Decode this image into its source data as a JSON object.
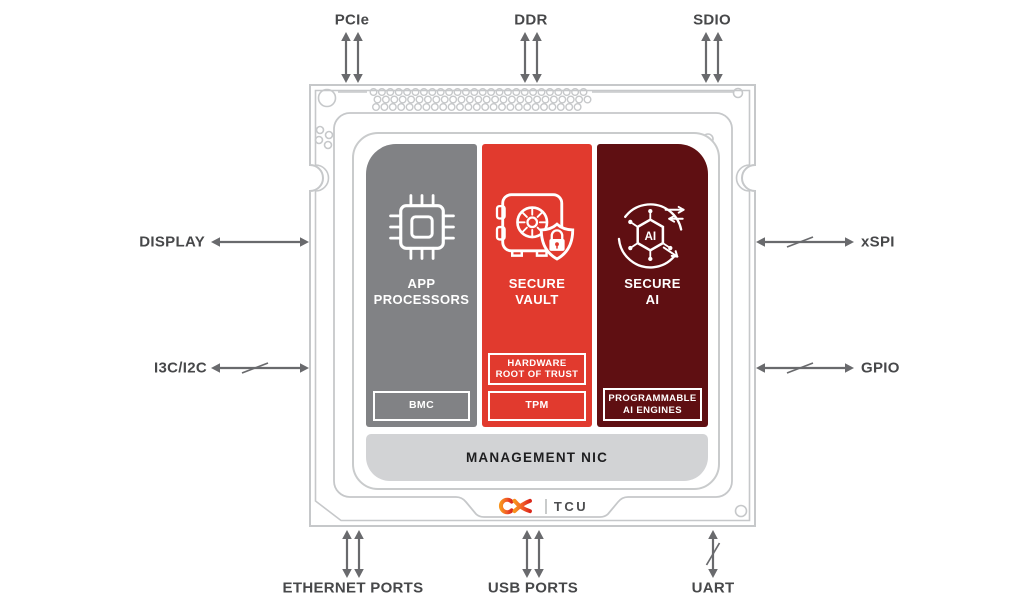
{
  "connectors": {
    "top": [
      {
        "id": "pcie",
        "label": "PCIe",
        "arrow_count": 2,
        "bus_slash": false
      },
      {
        "id": "ddr",
        "label": "DDR",
        "arrow_count": 2,
        "bus_slash": false
      },
      {
        "id": "sdio",
        "label": "SDIO",
        "arrow_count": 2,
        "bus_slash": false
      }
    ],
    "bottom": [
      {
        "id": "ethernet_ports",
        "label": "ETHERNET PORTS",
        "arrow_count": 2,
        "bus_slash": false
      },
      {
        "id": "usb_ports",
        "label": "USB PORTS",
        "arrow_count": 2,
        "bus_slash": false
      },
      {
        "id": "uart",
        "label": "UART",
        "arrow_count": 1,
        "bus_slash": true
      }
    ],
    "left": [
      {
        "id": "display",
        "label": "DISPLAY",
        "arrow_count": 1,
        "bus_slash": false
      },
      {
        "id": "i3c_i2c",
        "label": "I3C/I2C",
        "arrow_count": 1,
        "bus_slash": true
      }
    ],
    "right": [
      {
        "id": "xspi",
        "label": "xSPI",
        "arrow_count": 1,
        "bus_slash": true
      },
      {
        "id": "gpio",
        "label": "GPIO",
        "arrow_count": 1,
        "bus_slash": true
      }
    ]
  },
  "chip": {
    "blocks": [
      {
        "id": "app-processors",
        "title_lines": [
          "APP",
          "PROCESSORS"
        ],
        "icon": "chip-icon",
        "color": "#818285",
        "sub_blocks": [
          {
            "label_lines": [
              "BMC"
            ]
          }
        ]
      },
      {
        "id": "secure-vault",
        "title_lines": [
          "SECURE",
          "VAULT"
        ],
        "icon": "vault-icon",
        "color": "#e13a2e",
        "sub_blocks": [
          {
            "label_lines": [
              "HARDWARE",
              "ROOT OF TRUST"
            ]
          },
          {
            "label_lines": [
              "TPM"
            ]
          }
        ]
      },
      {
        "id": "secure-ai",
        "title_lines": [
          "SECURE",
          "AI"
        ],
        "icon": "secure-ai-icon",
        "color": "#5f0f12",
        "sub_blocks": [
          {
            "label_lines": [
              "PROGRAMMABLE",
              "AI ENGINES"
            ]
          }
        ]
      }
    ],
    "bottom_bar": {
      "label": "MANAGEMENT NIC",
      "color": "#d2d3d5"
    },
    "logo": {
      "brand_icon": "ax-brand-logo",
      "product": "TCU"
    }
  },
  "colors": {
    "block_gray": "#818285",
    "accent_red": "#e13a2e",
    "dark_red": "#5f0f12",
    "nic_bar_gray": "#d2d3d5",
    "package_line_gray": "#c6c8ca",
    "arrow_gray": "#696a6d",
    "label_gray": "#47484a",
    "logo_gradient_start": "#f7941d",
    "logo_gradient_end": "#da291c"
  }
}
